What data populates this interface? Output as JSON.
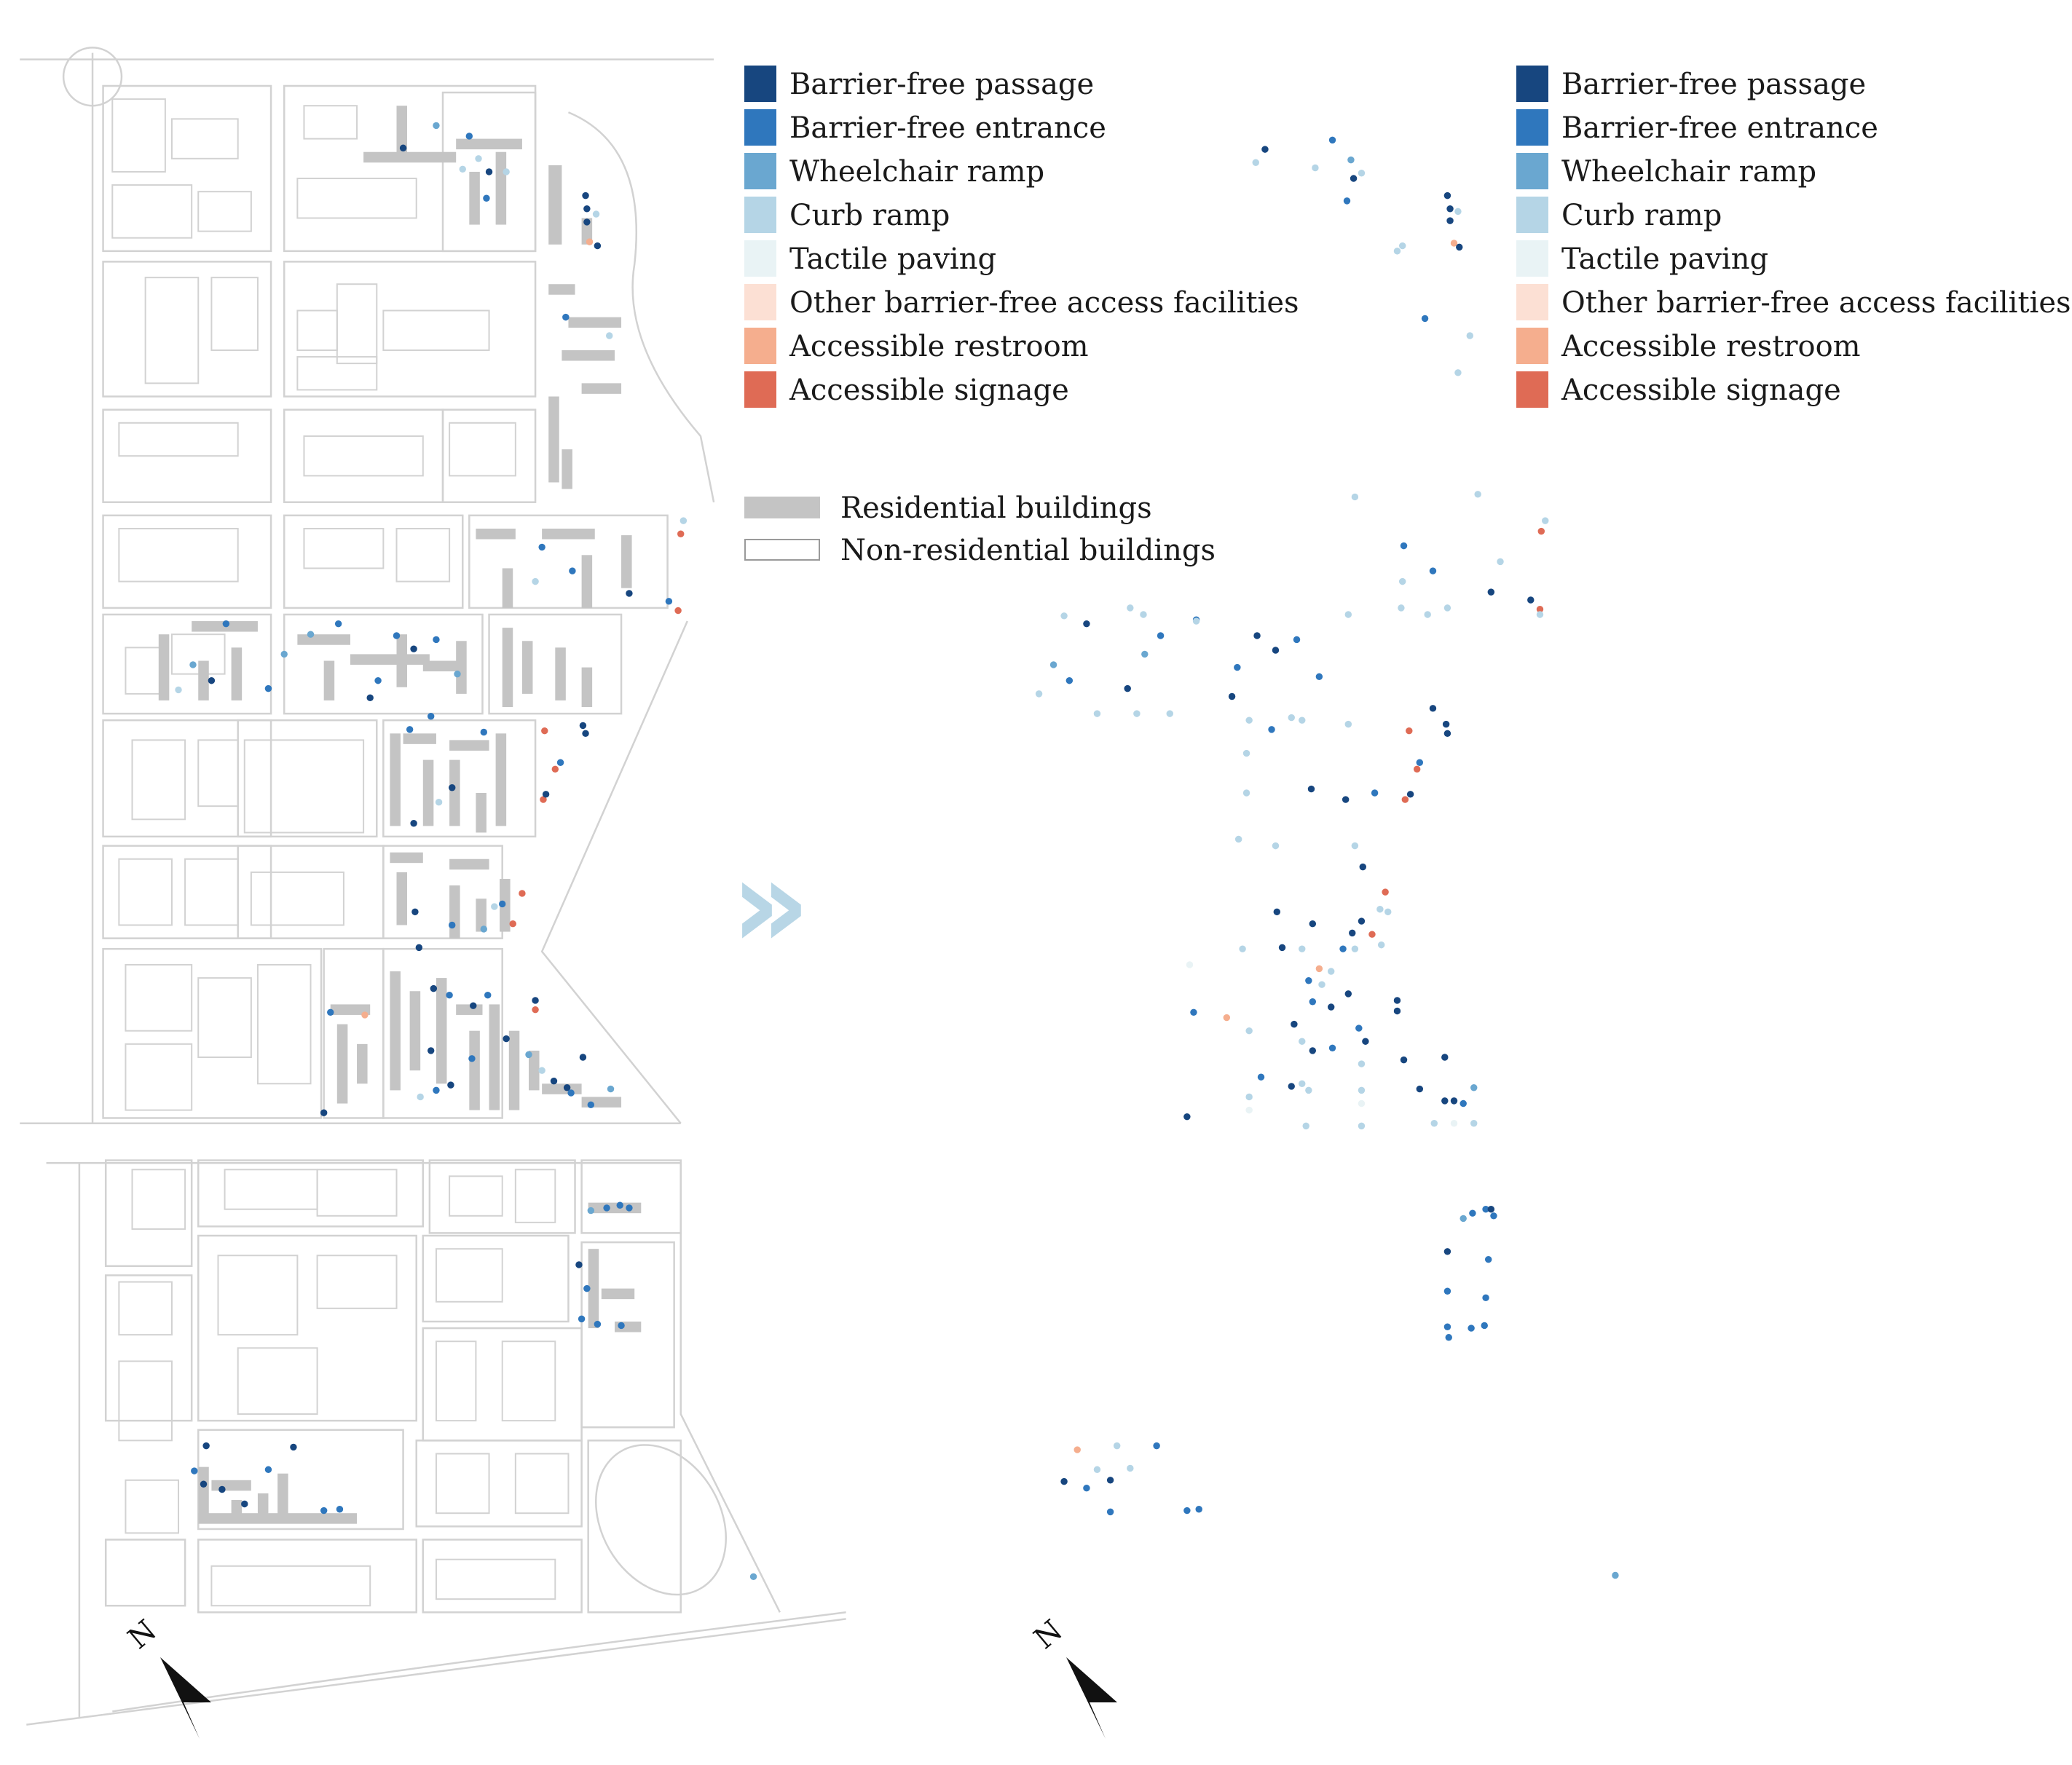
{
  "figure": {
    "arrow_glyph": "»",
    "north_label": "N"
  },
  "legend": {
    "categories": [
      {
        "label": "Barrier-free passage",
        "color": "#17467f"
      },
      {
        "label": "Barrier-free entrance",
        "color": "#2f77bd"
      },
      {
        "label": "Wheelchair ramp",
        "color": "#6aa7d0"
      },
      {
        "label": "Curb ramp",
        "color": "#b5d5e6"
      },
      {
        "label": "Tactile paving",
        "color": "#e9f3f5"
      },
      {
        "label": "Other barrier-free access facilities",
        "color": "#fce0d4"
      },
      {
        "label": "Accessible restroom",
        "color": "#f5ae8e"
      },
      {
        "label": "Accessible signage",
        "color": "#df6b55"
      }
    ],
    "buildings": [
      {
        "label": "Residential buildings",
        "fill": "#c4c4c4",
        "stroke": "#c4c4c4"
      },
      {
        "label": "Non-residential buildings",
        "fill": "#ffffff",
        "stroke": "#9a9a9a"
      }
    ]
  },
  "colors": {
    "map_outline": "#d2d2d2",
    "residential": "#c4c4c4",
    "chevron": "#b8d6e6"
  }
}
